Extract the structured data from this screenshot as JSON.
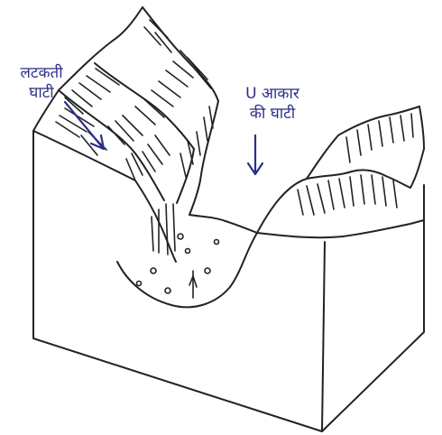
{
  "labels": {
    "hanging_valley": [
      "लटकती",
      "घाटी"
    ],
    "u_shaped_valley": [
      "U आकार",
      "की घाटी"
    ]
  },
  "colors": {
    "ink": "#222222",
    "label": "#2b2f8a",
    "background": "#ffffff"
  }
}
